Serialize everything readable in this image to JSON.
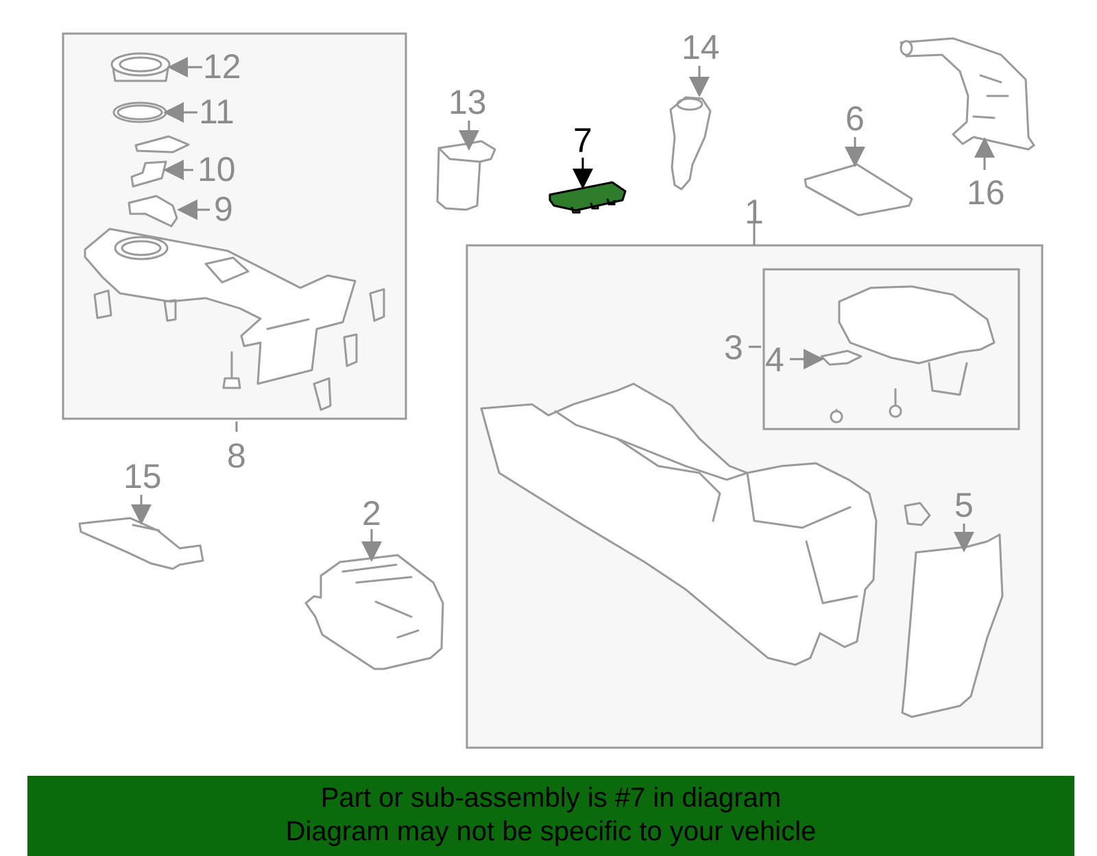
{
  "diagram": {
    "highlight_color": "#2d7d2d",
    "callouts": [
      {
        "id": "1",
        "label": "1"
      },
      {
        "id": "2",
        "label": "2"
      },
      {
        "id": "3",
        "label": "3"
      },
      {
        "id": "4",
        "label": "4"
      },
      {
        "id": "5",
        "label": "5"
      },
      {
        "id": "6",
        "label": "6"
      },
      {
        "id": "7",
        "label": "7",
        "highlighted": true
      },
      {
        "id": "8",
        "label": "8"
      },
      {
        "id": "9",
        "label": "9"
      },
      {
        "id": "10",
        "label": "10"
      },
      {
        "id": "11",
        "label": "11"
      },
      {
        "id": "12",
        "label": "12"
      },
      {
        "id": "13",
        "label": "13"
      },
      {
        "id": "14",
        "label": "14"
      },
      {
        "id": "15",
        "label": "15"
      },
      {
        "id": "16",
        "label": "16"
      }
    ]
  },
  "banner": {
    "background": "#0b6a0b",
    "line1": "Part or sub-assembly is #7 in diagram",
    "line2": "Diagram may not be specific to your vehicle"
  }
}
